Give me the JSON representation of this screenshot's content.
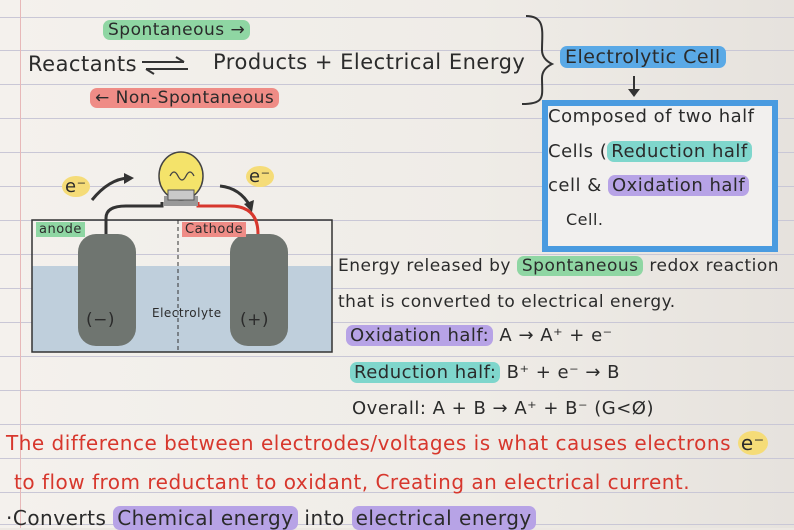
{
  "top": {
    "spontaneous": "Spontaneous",
    "equation_left": "Reactants",
    "equation_right": "Products + Electrical Energy",
    "non_spontaneous": "Non-Spontaneous",
    "electrolytic_label": "Electrolytic Cell"
  },
  "bluebox": {
    "line1": "Composed of two half",
    "line2_a": "Cells (",
    "line2_b": "Reduction half",
    "line3_a": "cell &",
    "line3_b": "Oxidation half",
    "line4": "Cell."
  },
  "diagram": {
    "electron_left": "e⁻",
    "electron_right": "e⁻",
    "anode": "anode",
    "cathode": "Cathode",
    "minus": "(−)",
    "plus": "(+)",
    "electrolyte": "Electrolyte"
  },
  "right_notes": {
    "line1_a": "Energy released by",
    "line1_b": "Spontaneous",
    "line1_c": "redox reaction",
    "line2": "that is converted to electrical energy.",
    "ox_label": "Oxidation half:",
    "ox_eq": "A → A⁺ + e⁻",
    "red_label": "Reduction half:",
    "red_eq": "B⁺ + e⁻ → B",
    "overall": "Overall: A + B → A⁺ + B⁻ (G<Ø)"
  },
  "bottom": {
    "line1": "The difference between electrodes/voltages is what causes electrons",
    "line1_e": "e⁻",
    "line2": "to flow from reductant to oxidant, Creating an electrical current.",
    "line3_a": "·Converts",
    "line3_b": "Chemical energy",
    "line3_c": "into",
    "line3_d": "electrical energy"
  },
  "colors": {
    "green_highlight": "#8fd6a3",
    "red_highlight": "#ef8c86",
    "blue_highlight": "#5aa9e6",
    "teal_highlight": "#7fd6cc",
    "purple_highlight": "#b7a3e6",
    "yellow_highlight": "#f5dc78",
    "red_ink": "#d7372d"
  }
}
